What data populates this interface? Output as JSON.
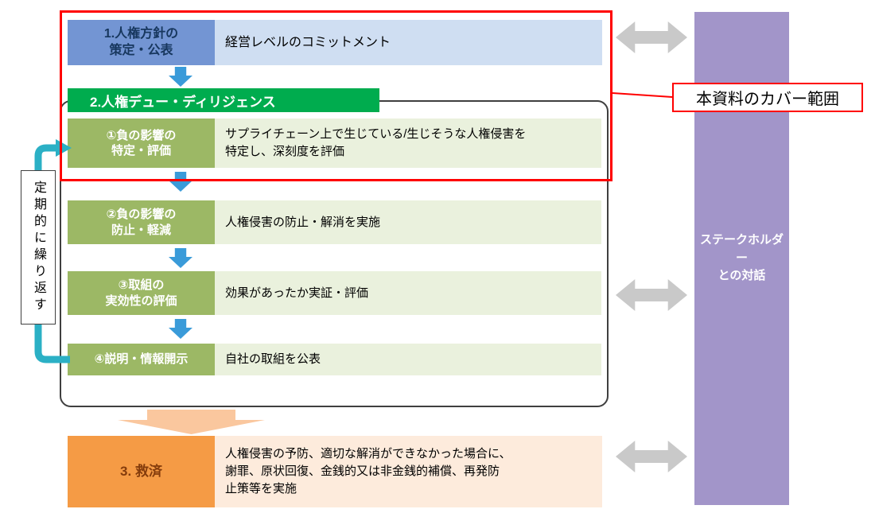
{
  "colors": {
    "red_accent": "#FF0000",
    "policy_header_bg": "#7395D3",
    "policy_desc_bg": "#CFDEF2",
    "dd_title_bg": "#00AC4E",
    "step_header_bg": "#9CB865",
    "step_desc_bg": "#EAF1DD",
    "remedy_header_bg": "#F59B45",
    "remedy_desc_bg": "#FDEBDC",
    "stakeholder_bg": "#A295C9",
    "down_arrow": "#3A9BD9",
    "loop_arrow": "#2BB0C5",
    "big_arrow": "#FAC79E",
    "double_arrow": "#C9C9C9"
  },
  "policy": {
    "title": "1.人権方針の\n策定・公表",
    "desc": "経営レベルのコミットメント"
  },
  "dd": {
    "title": "2.人権デュー・ディリジェンス",
    "steps": [
      {
        "title": "①負の影響の\n特定・評価",
        "desc": "サプライチェーン上で生じている/生じそうな人権侵害を\n特定し、深刻度を評価"
      },
      {
        "title": "②負の影響の\n防止・軽減",
        "desc": "人権侵害の防止・解消を実施"
      },
      {
        "title": "③取組の\n実効性の評価",
        "desc": "効果があったか実証・評価"
      },
      {
        "title": "④説明・情報開示",
        "desc": "自社の取組を公表"
      }
    ]
  },
  "remedy": {
    "title": "3. 救済",
    "desc": "人権侵害の予防、適切な解消ができなかった場合に、\n謝罪、原状回復、金銭的又は非金銭的補償、再発防\n止策等を実施"
  },
  "stakeholder": {
    "label": "ステークホルダー\nとの対話"
  },
  "repeat_label": "定期的に繰り返す",
  "cover_label": "本資料のカバー範囲"
}
